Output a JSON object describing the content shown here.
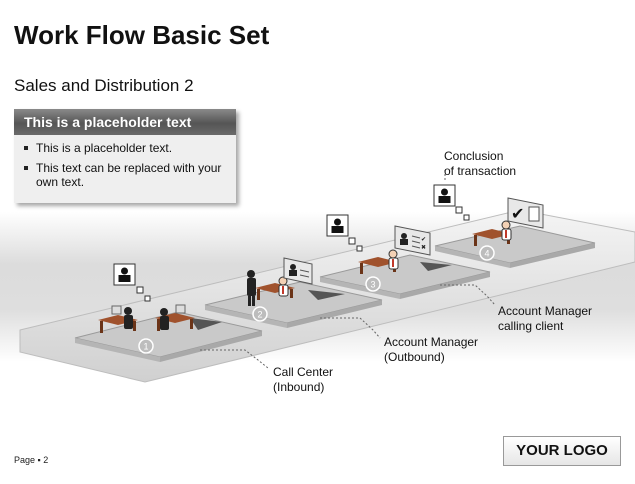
{
  "title": "Work Flow Basic Set",
  "subtitle": "Sales and Distribution 2",
  "placeholder": {
    "heading": "This is a placeholder text",
    "bullets": [
      "This is a placeholder text.",
      "This text can be replaced with your own text."
    ]
  },
  "steps": [
    {
      "number": "1",
      "label_lines": [
        "Call Center",
        "(Inbound)"
      ]
    },
    {
      "number": "2",
      "label_lines": [
        "Account Manager",
        "(Outbound)"
      ]
    },
    {
      "number": "3",
      "label_lines": [
        "Account Manager",
        "calling client"
      ]
    },
    {
      "number": "4",
      "label_lines": [
        "Conclusion",
        "of transaction"
      ]
    }
  ],
  "footer": {
    "page": "Page ▪ 2",
    "logo": "YOUR LOGO"
  }
}
